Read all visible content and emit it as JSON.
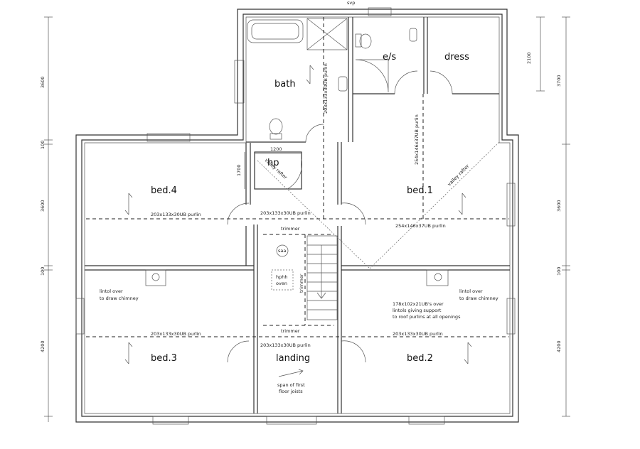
{
  "rooms": {
    "bath": "bath",
    "ensuite": "e/s",
    "dress": "dress",
    "hotpress": "hp",
    "bed4": "bed.4",
    "bed1": "bed.1",
    "bed3": "bed.3",
    "bed2": "bed.2",
    "landing": "landing",
    "svp": "svp"
  },
  "dimensions": {
    "right_top": "2100",
    "right_1": "3700",
    "right_2": "3600",
    "right_3": "100",
    "right_4": "4200",
    "left_1": "3600",
    "left_2": "100",
    "left_3": "3600",
    "left_4": "100",
    "left_5": "4200",
    "hp_width": "1200",
    "hp_height": "1700"
  },
  "annotations": {
    "purlin_bath": "203x133x30UB purlin",
    "purlin_es": "254x146x37UB purlin",
    "valley_rafter_left": "valley rafter",
    "valley_rafter_right": "valley rafter",
    "purlin_bed4": "203x133x30UB purlin",
    "purlin_mid": "203x133x30UB purlin",
    "purlin_bed1": "254x146x37UB purlin",
    "trimmer_top": "trimmer",
    "trimmer_side": "trimmer",
    "trimmer_bottom": "trimmer",
    "saa": "saa",
    "tank_line1": "hphh",
    "tank_line2": "oven",
    "lintol_left_1": "lintol over",
    "lintol_left_2": "to draw chimney",
    "lintol_right_1": "lintol over",
    "lintol_right_2": "to draw chimney",
    "ub_note_1": "178x102x21UB's over",
    "ub_note_2": "lintols giving support",
    "ub_note_3": "to roof purlins at all openings",
    "purlin_bed3": "203x133x30UB purlin",
    "purlin_landing": "203x133x30UB purlin",
    "purlin_bed2": "203x133x30UB purlin",
    "span_1": "span of first",
    "span_2": "floor joists"
  }
}
